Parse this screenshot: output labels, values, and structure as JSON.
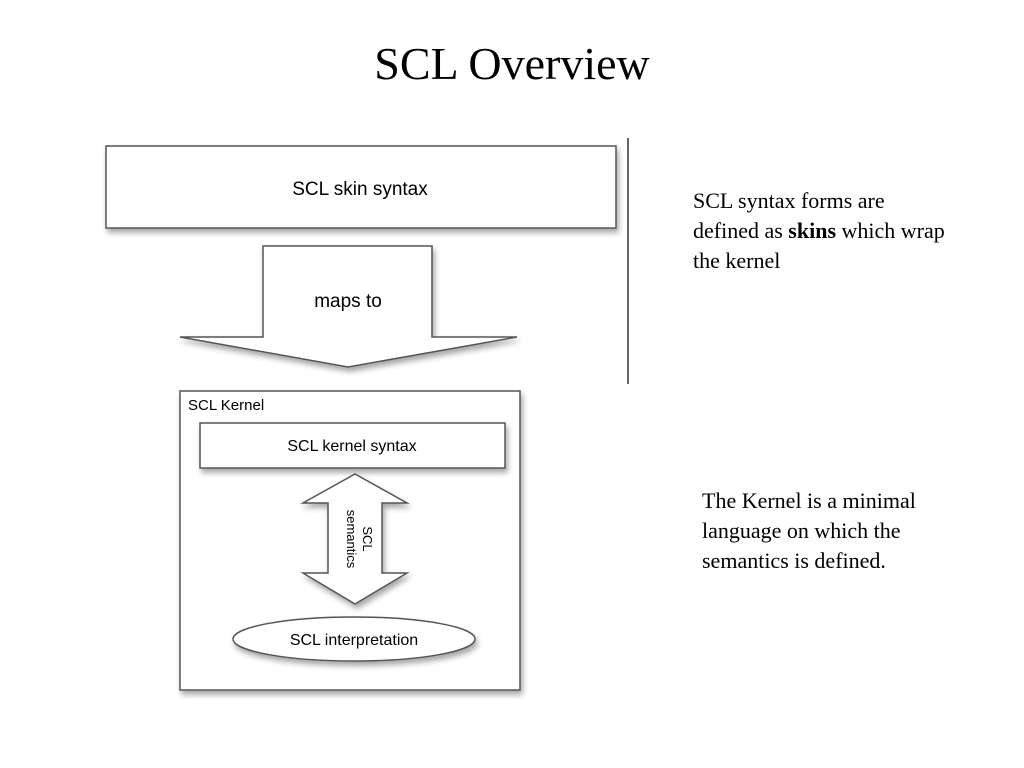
{
  "slide": {
    "title": "SCL Overview"
  },
  "diagram": {
    "skin_box_label": "SCL skin syntax",
    "arrow_label": "maps to",
    "kernel_container_label": "SCL Kernel",
    "kernel_syntax_label": "SCL kernel syntax",
    "semantics_arrow_label_line1": "SCL",
    "semantics_arrow_label_line2": "semantics",
    "interpretation_label": "SCL interpretation"
  },
  "notes": {
    "skins_note": {
      "text_before": "SCL syntax forms are defined as ",
      "bold_word": "skins",
      "text_after": " which wrap the kernel"
    },
    "kernel_note": "The Kernel is a minimal language on which the semantics is defined."
  },
  "colors": {
    "box_fill": "#ffffff",
    "box_stroke": "#555555",
    "shadow": "#bbbbbb",
    "text": "#000000"
  }
}
